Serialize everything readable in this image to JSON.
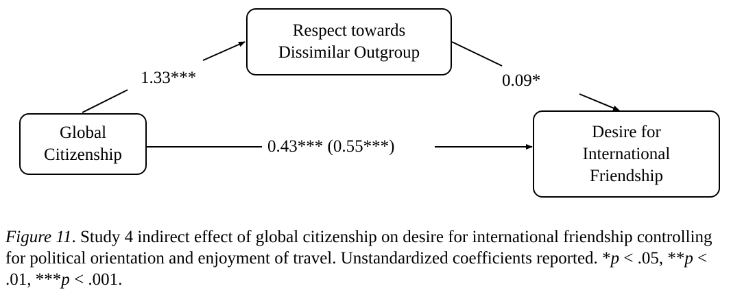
{
  "nodes": {
    "mediator": {
      "lines": [
        "Respect towards",
        "Dissimilar Outgroup"
      ]
    },
    "predictor": {
      "lines": [
        "Global",
        "Citizenship"
      ]
    },
    "outcome": {
      "lines": [
        "Desire for",
        "International",
        "Friendship"
      ]
    }
  },
  "paths": {
    "a": "1.33***",
    "b": "0.09*",
    "c": "0.43*** (0.55***)"
  },
  "caption": {
    "label": "Figure 11",
    "text": ". Study 4 indirect effect of global citizenship on desire for international friendship controlling for political orientation and enjoyment of travel. Unstandardized coefficients reported. ",
    "p1_stars": "*",
    "p1": " < .05, ",
    "p2_stars": "**",
    "p2": " < .01, ",
    "p3_stars": "***",
    "p3": " < .001.",
    "p_symbol": "p"
  }
}
